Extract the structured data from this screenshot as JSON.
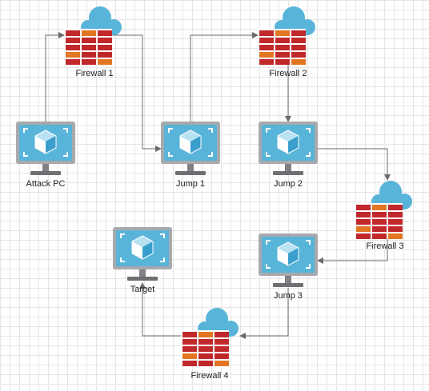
{
  "diagram": {
    "nodes": [
      {
        "id": "attack-pc",
        "kind": "computer",
        "label": "Attack PC"
      },
      {
        "id": "jump-1",
        "kind": "computer",
        "label": "Jump 1"
      },
      {
        "id": "jump-2",
        "kind": "computer",
        "label": "Jump 2"
      },
      {
        "id": "jump-3",
        "kind": "computer",
        "label": "Jump 3"
      },
      {
        "id": "target",
        "kind": "computer",
        "label": "Target"
      },
      {
        "id": "firewall-1",
        "kind": "firewall",
        "label": "Firewall 1"
      },
      {
        "id": "firewall-2",
        "kind": "firewall",
        "label": "Firewall 2"
      },
      {
        "id": "firewall-3",
        "kind": "firewall",
        "label": "Firewall 3"
      },
      {
        "id": "firewall-4",
        "kind": "firewall",
        "label": "Firewall 4"
      }
    ],
    "edges": [
      {
        "from": "attack-pc",
        "to": "firewall-1"
      },
      {
        "from": "firewall-1",
        "to": "jump-1"
      },
      {
        "from": "jump-1",
        "to": "firewall-2"
      },
      {
        "from": "firewall-2",
        "to": "jump-2"
      },
      {
        "from": "jump-2",
        "to": "firewall-3"
      },
      {
        "from": "firewall-3",
        "to": "jump-3"
      },
      {
        "from": "jump-3",
        "to": "firewall-4"
      },
      {
        "from": "firewall-4",
        "to": "target"
      }
    ],
    "colors": {
      "monitor_frame": "#a7a9ac",
      "monitor_screen": "#59b4d9",
      "cube_light": "#b8e1f2",
      "cube_dark": "#3a9fcc",
      "brick_red": "#c0282b",
      "brick_orange": "#e27623",
      "cloud": "#59b4d9",
      "edge": "#6b6b6b"
    }
  }
}
